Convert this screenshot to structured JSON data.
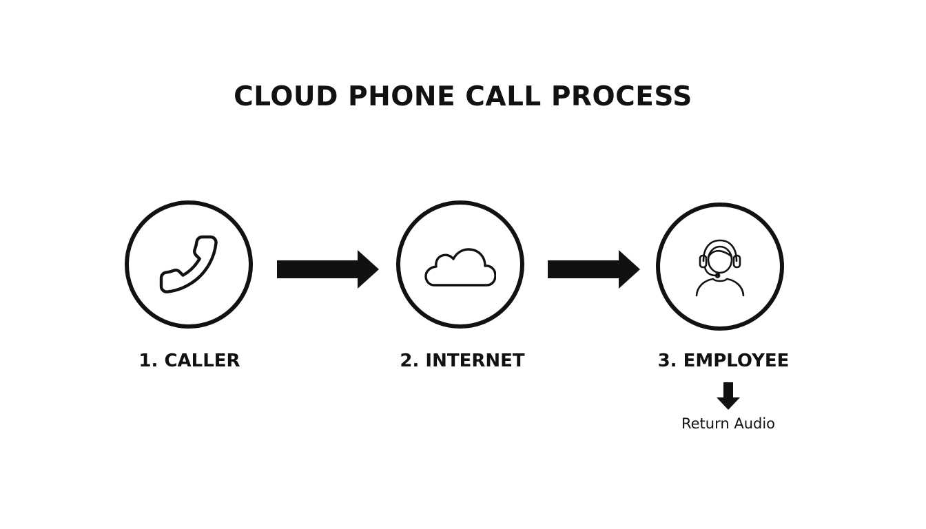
{
  "title": "CLOUD PHONE CALL PROCESS",
  "steps": [
    {
      "label": "1. CALLER",
      "icon": "phone-handset-icon"
    },
    {
      "label": "2. INTERNET",
      "icon": "cloud-icon"
    },
    {
      "label": "3. EMPLOYEE",
      "icon": "headset-agent-icon"
    }
  ],
  "return_note": "Return Audio",
  "colors": {
    "ink": "#111111",
    "background": "#ffffff"
  }
}
